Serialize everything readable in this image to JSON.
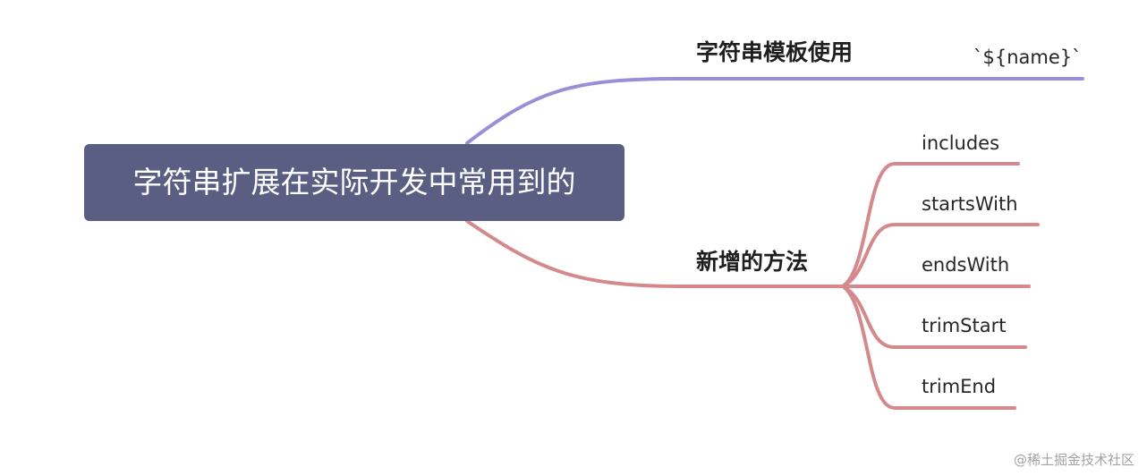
{
  "root": {
    "label": "字符串扩展在实际开发中常用到的"
  },
  "branches": [
    {
      "label": "字符串模板使用",
      "color": "#9a8fd6",
      "children": [
        {
          "label": "`${name}`"
        }
      ]
    },
    {
      "label": "新增的方法",
      "color": "#d48a8c",
      "children": [
        {
          "label": "includes"
        },
        {
          "label": "startsWith"
        },
        {
          "label": "endsWith"
        },
        {
          "label": "trimStart"
        },
        {
          "label": "trimEnd"
        }
      ]
    }
  ],
  "watermark": "@稀土掘金技术社区"
}
